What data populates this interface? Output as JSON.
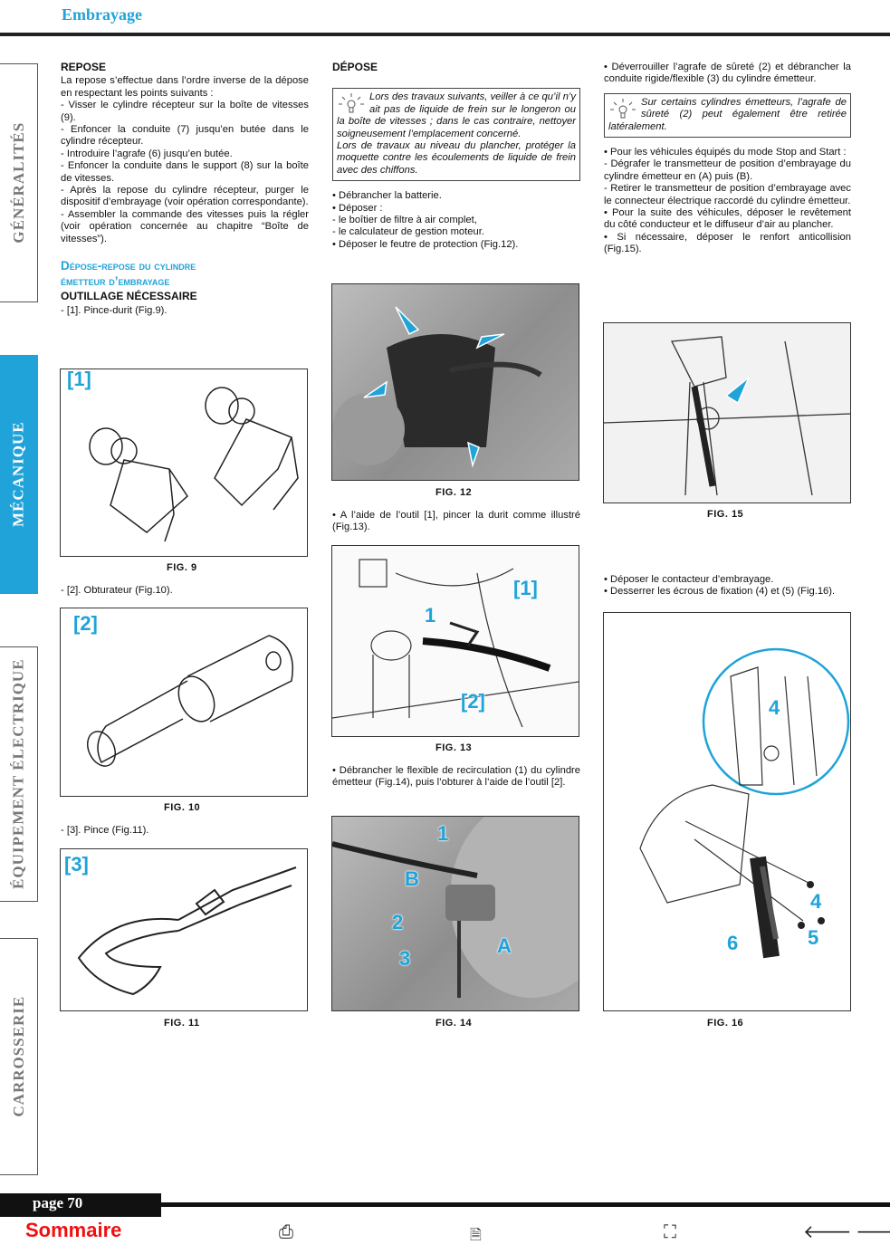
{
  "header": {
    "title": "Embrayage"
  },
  "tabs": [
    "GÉNÉRALITÉS",
    "MÉCANIQUE",
    "ÉQUIPEMENT ÉLECTRIQUE",
    "CARROSSERIE"
  ],
  "col1": {
    "repose_title": "REPOSE",
    "repose_intro": "La repose s’effectue dans l’ordre inverse de la dépose en respectant les points suivants :",
    "repose_items": [
      "- Visser le cylindre récepteur sur la boîte de vitesses (9).",
      "- Enfoncer la conduite (7) jusqu’en butée dans le cylindre récepteur.",
      "- Introduire l’agrafe (6) jusqu’en butée.",
      "- Enfoncer la conduite dans le support (8) sur la boîte de vitesses.",
      "- Après la repose du cylindre récepteur, purger le dispositif d’embrayage (voir opération correspondante).",
      "- Assembler la commande des vitesses puis la régler (voir opération concernée au chapitre “Boîte de vitesses”)."
    ],
    "section_title_1": "Dépose-repose du cylindre",
    "section_title_2": "émetteur d’embrayage",
    "outillage": "OUTILLAGE NÉCESSAIRE",
    "tool1": "- [1]. Pince-durit (Fig.9).",
    "fig9": "FIG. 9",
    "fig9_tag": "[1]",
    "tool2": "- [2]. Obturateur (Fig.10).",
    "fig10": "FIG. 10",
    "fig10_tag": "[2]",
    "tool3": "- [3]. Pince (Fig.11).",
    "fig11": "FIG. 11",
    "fig11_tag": "[3]"
  },
  "col2": {
    "depose_title": "DÉPOSE",
    "note1": "Lors des travaux suivants, veiller à ce qu’il n’y ait pas de liquide de frein sur le longeron ou la boîte de vitesses ; dans le cas contraire, nettoyer soigneusement l’emplacement concerné.",
    "note2": "Lors de travaux au niveau du plancher, protéger la moquette contre les écoulements de liquide de frein avec des chiffons.",
    "steps": [
      "• Débrancher la batterie.",
      "• Déposer :",
      "- le boîtier de filtre à air complet,",
      "- le calculateur de gestion moteur.",
      "• Déposer le feutre de protection (Fig.12)."
    ],
    "fig12": "FIG. 12",
    "step13": "• A l’aide de l’outil [1], pincer la durit comme illustré (Fig.13).",
    "fig13": "FIG. 13",
    "fig13_labels": [
      "[1]",
      "1",
      "[2]"
    ],
    "step14": "• Débrancher le flexible de recirculation (1) du cylindre émetteur (Fig.14), puis l’obturer à l’aide de l’outil [2].",
    "fig14": "FIG. 14",
    "fig14_labels": [
      "1",
      "B",
      "2",
      "A",
      "3"
    ]
  },
  "col3": {
    "step1": "• Déverrouiller l’agrafe de sûreté (2) et débrancher la conduite rigide/flexible (3) du cylindre émetteur.",
    "note": "Sur certains cylindres émetteurs, l’agrafe de sûreté (2) peut également être retirée latéralement.",
    "stop_start": "• Pour les véhicules équipés du mode Stop and Start :",
    "ss_items": [
      "- Dégrafer le transmetteur de position d’embrayage du cylindre émetteur en (A) puis (B).",
      "- Retirer le transmetteur de position d’embrayage avec le connecteur électrique raccordé du cylindre émetteur.",
      "• Pour la suite des véhicules, déposer le revêtement du côté conducteur et le diffuseur d’air au plancher.",
      "• Si nécessaire, déposer le renfort anticollision (Fig.15)."
    ],
    "fig15": "FIG. 15",
    "steps2": [
      "• Déposer le contacteur d’embrayage.",
      "• Desserrer les écrous de fixation (4) et (5) (Fig.16)."
    ],
    "fig16": "FIG. 16",
    "fig16_labels": [
      "4",
      "4",
      "5",
      "6"
    ]
  },
  "footer": {
    "page": "page 70",
    "sommaire": "Sommaire"
  },
  "colors": {
    "accent": "#1fa3d9",
    "sommaire": "#e11111"
  }
}
